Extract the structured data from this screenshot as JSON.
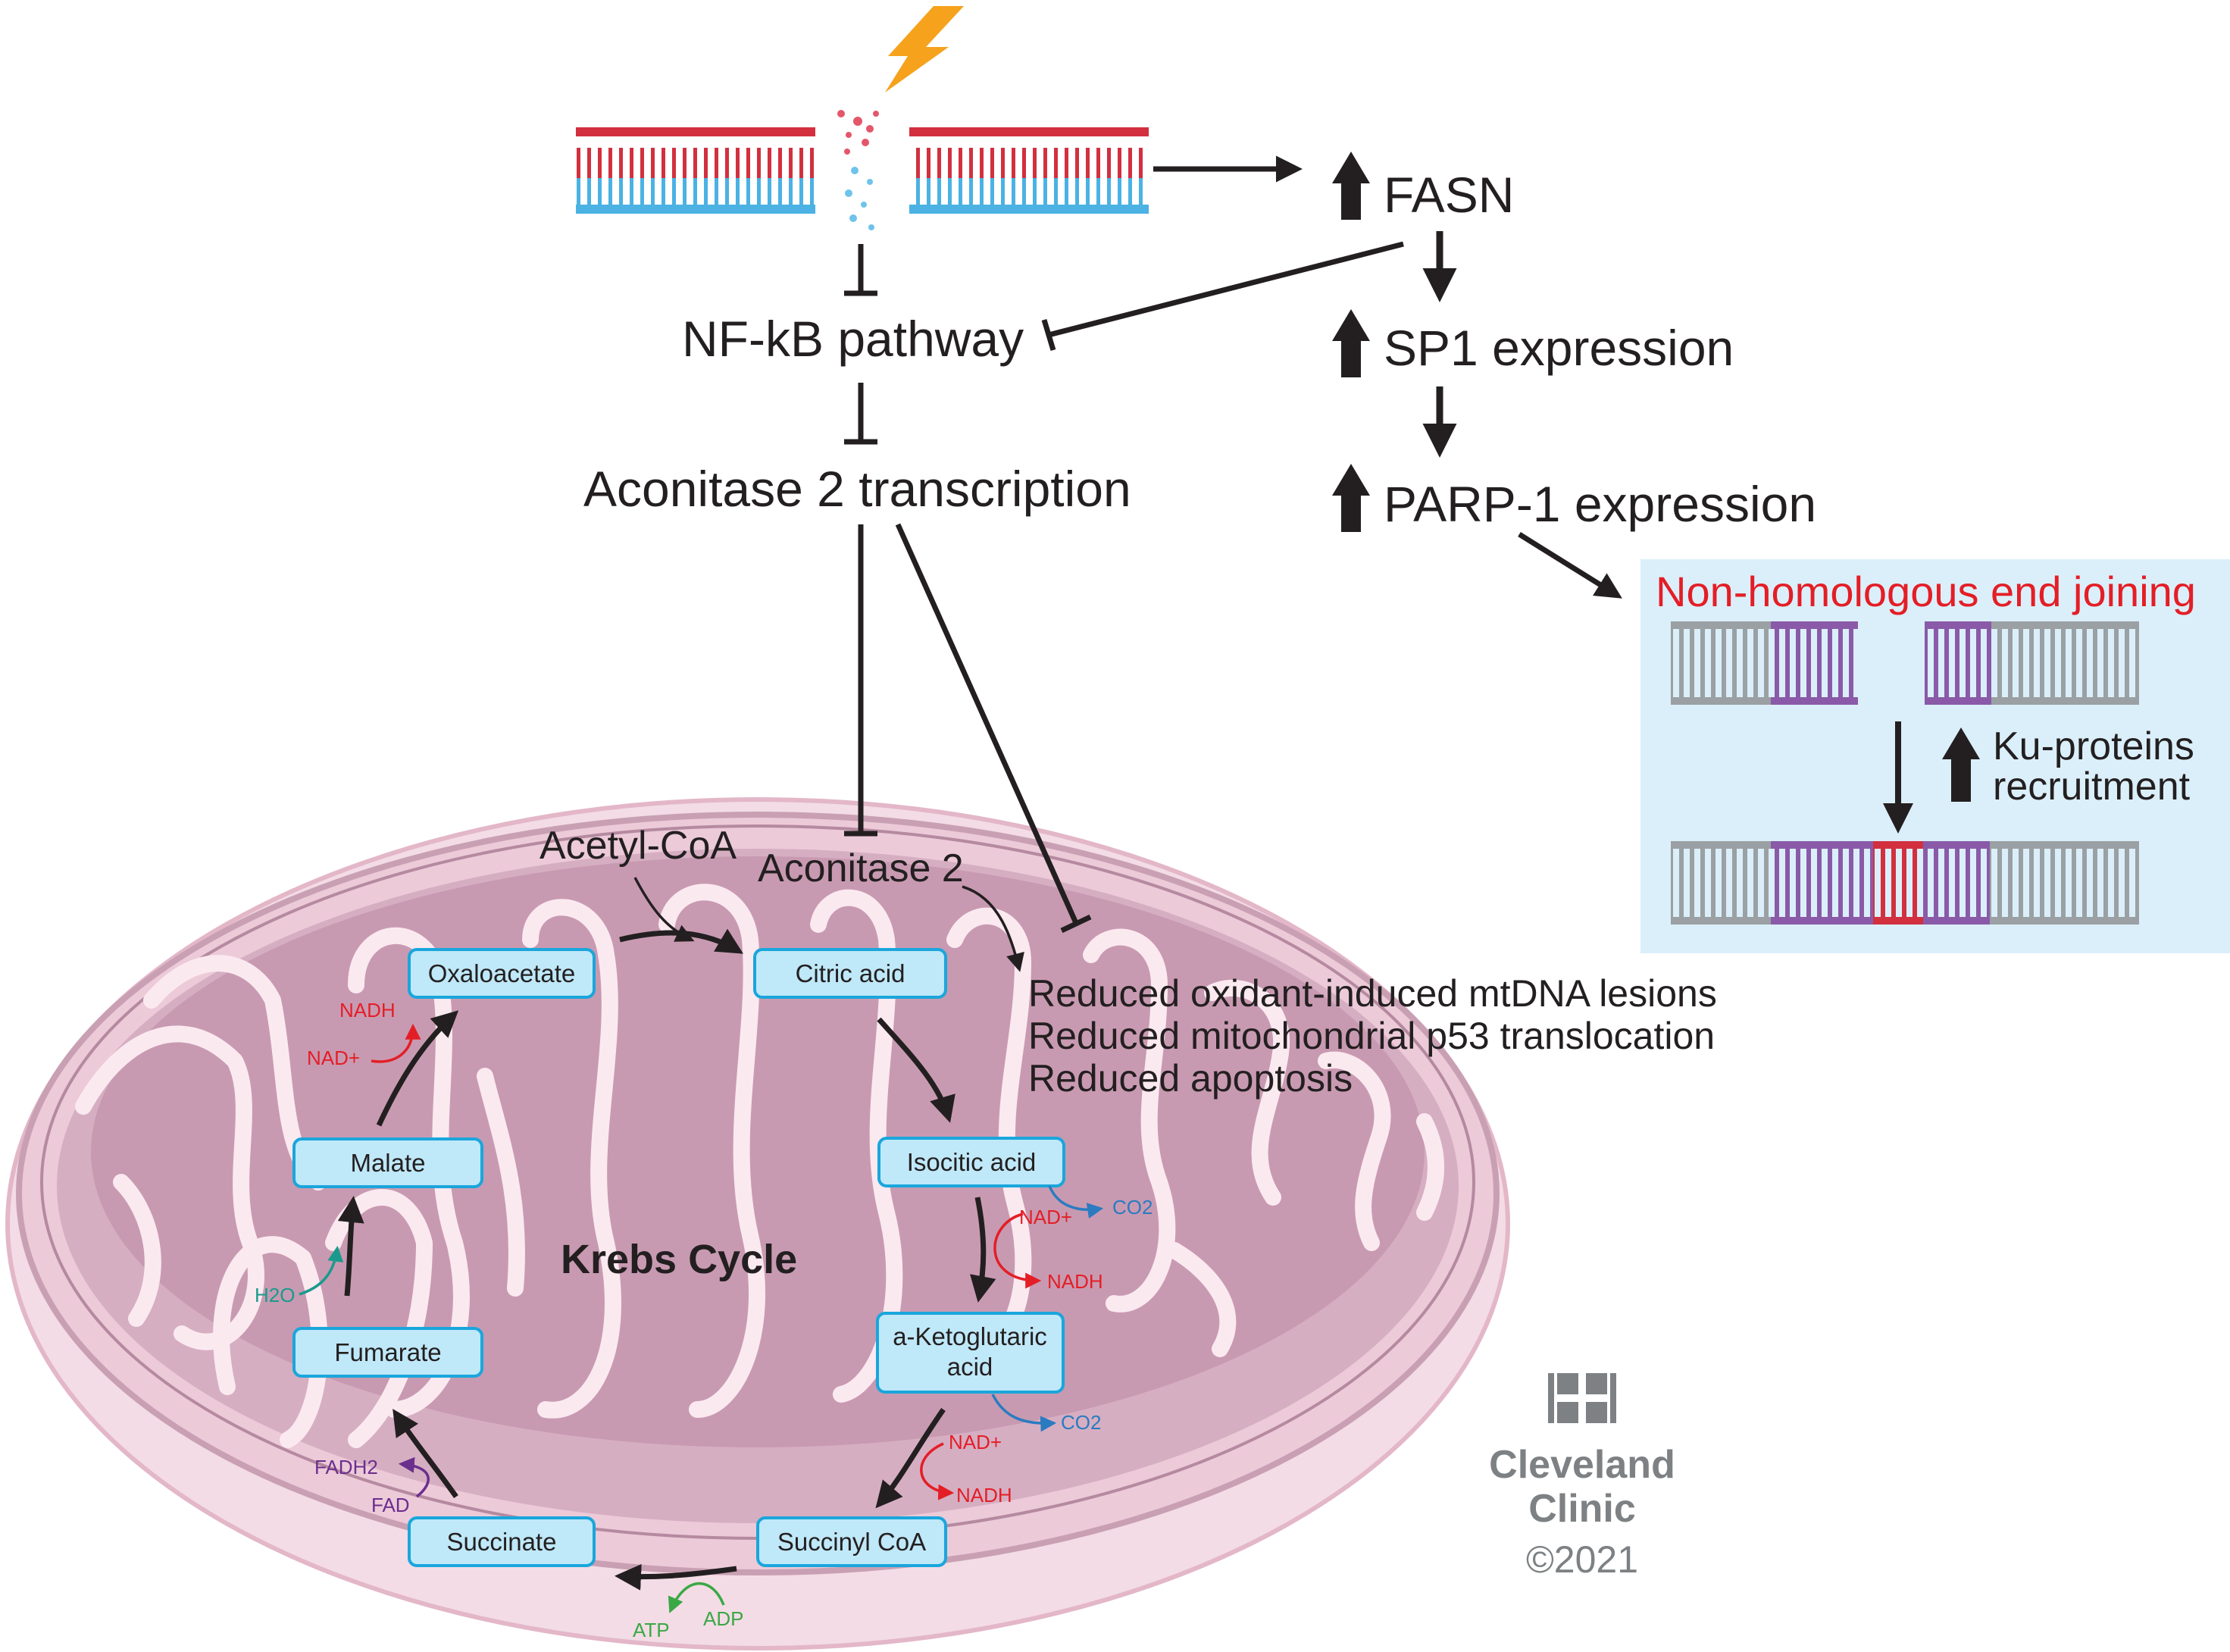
{
  "pathway": {
    "fasn": "FASN",
    "nfkb": "NF-kB pathway",
    "aconitase_transcription": "Aconitase 2 transcription",
    "sp1": "SP1 expression",
    "parp1": "PARP-1 expression",
    "aconitase2": "Aconitase 2",
    "acetyl_coa": "Acetyl-CoA"
  },
  "effects": [
    "Reduced oxidant-induced mtDNA lesions",
    "Reduced mitochondrial p53 translocation",
    "Reduced apoptosis"
  ],
  "nhej": {
    "title": "Non-homologous end joining",
    "ku_line1": "Ku-proteins",
    "ku_line2": "recruitment"
  },
  "krebs": {
    "title": "Krebs Cycle",
    "nodes": {
      "oxaloacetate": "Oxaloacetate",
      "citric": "Citric acid",
      "isocitric": "Isocitic acid",
      "ketoglutaric_1": "a-Ketoglutaric",
      "ketoglutaric_2": "acid",
      "succinyl": "Succinyl CoA",
      "succinate": "Succinate",
      "fumarate": "Fumarate",
      "malate": "Malate"
    },
    "cofactors": {
      "nad_plus": "NAD+",
      "nadh": "NADH",
      "co2": "CO2",
      "h2o": "H2O",
      "fadh2": "FADH2",
      "fad": "FAD",
      "atp": "ATP",
      "adp": "ADP"
    }
  },
  "logo": {
    "line1": "Cleveland",
    "line2": "Clinic",
    "copyright": "©2021"
  },
  "colors": {
    "node_fill": "#bfe8f8",
    "node_stroke": "#1aa6dc",
    "nad_red": "#e41e26",
    "co2_blue": "#2a7bc0",
    "h2o_teal": "#1a9a8c",
    "fad_purple": "#6b2f8e",
    "atp_green": "#3aa845",
    "nhej_bg": "#dbeffa",
    "dna_red": "#d2303f",
    "dna_blue": "#4bb2e3",
    "dna_purple": "#8a5aa8",
    "dna_gray": "#9aa0a3",
    "mito_outer": "#e8c9d7",
    "mito_matrix": "#d3a9bd",
    "lightning": "#f6a21c"
  }
}
